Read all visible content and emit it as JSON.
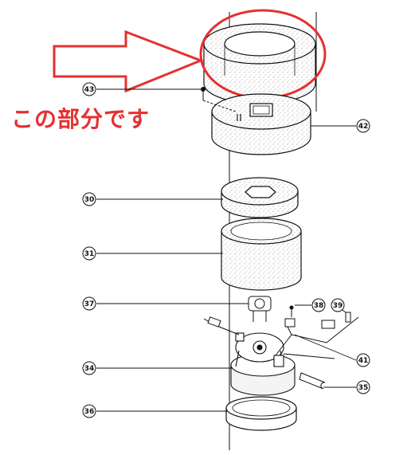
{
  "annotation": {
    "text": "この部分です",
    "color": "#e53030"
  },
  "callouts": [
    "43",
    "42",
    "30",
    "31",
    "37",
    "38",
    "39",
    "41",
    "34",
    "35",
    "36"
  ],
  "line_color": "#111111"
}
